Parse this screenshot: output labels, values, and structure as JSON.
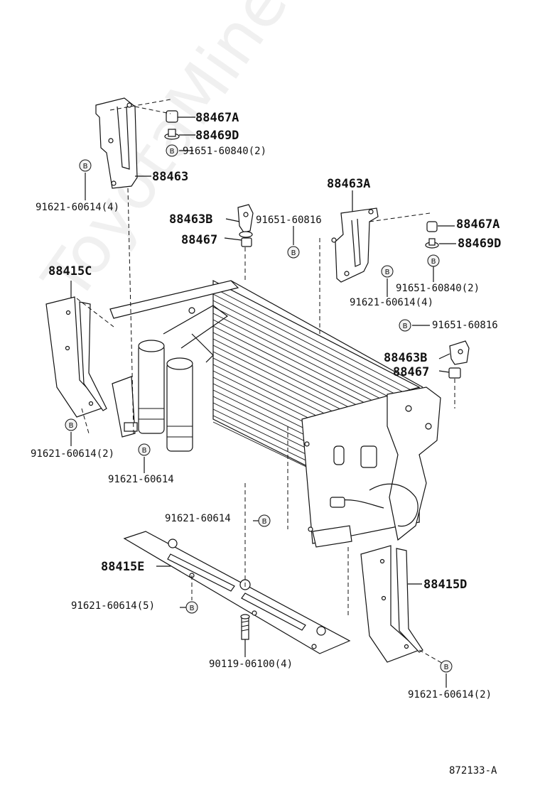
{
  "watermark": "ToyotaMine.ru",
  "diagram_code": "872133-A",
  "bolt_marker": "B",
  "labels": {
    "l_88467A_top": "88467A",
    "l_88469D_top": "88469D",
    "l_91651_60840_top": "91651-60840(2)",
    "l_88463": "88463",
    "l_91621_60614_4_left": "91621-60614(4)",
    "l_88463A": "88463A",
    "l_88463B_top": "88463B",
    "l_91651_60816_top": "91651-60816",
    "l_88467_top": "88467",
    "l_88467A_right": "88467A",
    "l_88469D_right": "88469D",
    "l_91651_60840_right": "91651-60840(2)",
    "l_91621_60614_4_right": "91621-60614(4)",
    "l_88415C": "88415C",
    "l_91651_60816_right": "91651-60816",
    "l_88463B_right": "88463B",
    "l_88467_right": "88467",
    "l_91621_60614_2_left": "91621-60614(2)",
    "l_91621_60614_mid": "91621-60614",
    "l_91621_60614_bottom": "91621-60614",
    "l_88415E": "88415E",
    "l_91621_60614_5": "91621-60614(5)",
    "l_88415D": "88415D",
    "l_90119_06100": "90119-06100(4)",
    "l_91621_60614_2_right": "91621-60614(2)"
  }
}
